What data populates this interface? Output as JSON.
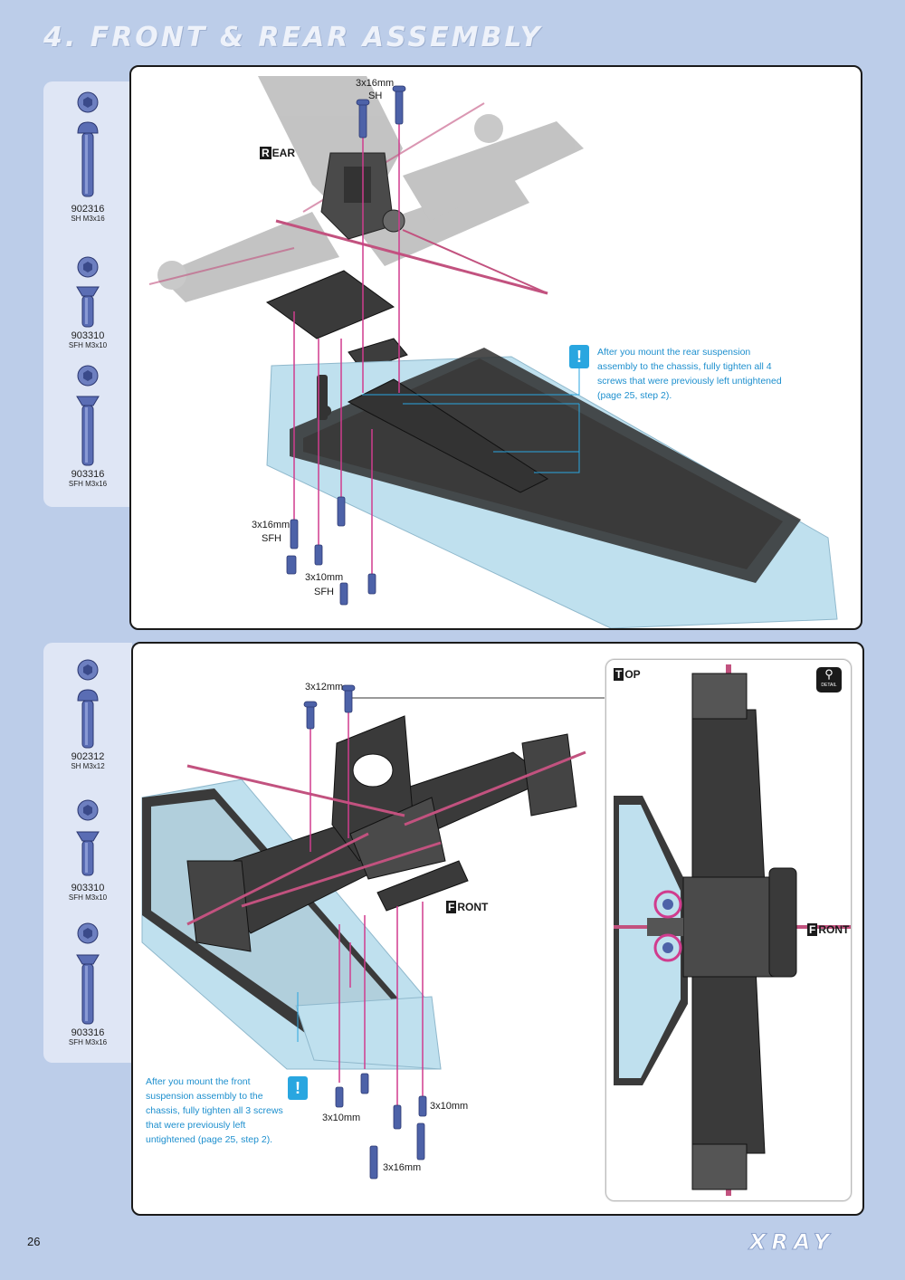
{
  "header": {
    "title": "4. FRONT & REAR ASSEMBLY"
  },
  "top_section": {
    "parts": [
      {
        "code": "902316",
        "desc": "SH M3x16",
        "icon": "button-head-screw-icon"
      },
      {
        "code": "903310",
        "desc": "SFH M3x10",
        "icon": "flat-head-screw-icon"
      },
      {
        "code": "903316",
        "desc": "SFH M3x16",
        "icon": "flat-head-screw-icon"
      }
    ],
    "view_label": {
      "cap": "R",
      "rest": "EAR"
    },
    "callouts": {
      "top_screw_size": "3x16mm",
      "top_screw_type": "SH",
      "bottom_long_size": "3x16mm",
      "bottom_long_type": "SFH",
      "bottom_short_size": "3x10mm",
      "bottom_short_type": "SFH"
    },
    "note": "After you mount the rear suspension assembly to the chassis, fully tighten all 4 screws that were previously left untightened (page 25, step 2)."
  },
  "bottom_section": {
    "parts": [
      {
        "code": "902312",
        "desc": "SH M3x12",
        "icon": "button-head-screw-icon"
      },
      {
        "code": "903310",
        "desc": "SFH M3x10",
        "icon": "flat-head-screw-icon"
      },
      {
        "code": "903316",
        "desc": "SFH M3x16",
        "icon": "flat-head-screw-icon"
      }
    ],
    "view_label": {
      "cap": "F",
      "rest": "RONT"
    },
    "callouts": {
      "top_screw_size": "3x12mm",
      "left_short_size": "3x10mm",
      "right_short_size": "3x10mm",
      "long_size": "3x16mm"
    },
    "note": "After you mount the front suspension assembly to the chassis, fully tighten all 3 screws that were previously left untightened (page 25, step 2).",
    "detail": {
      "view_label": {
        "cap": "T",
        "rest": "OP"
      },
      "front_label": {
        "cap": "F",
        "rest": "RONT"
      },
      "detail_badge": "DETAIL"
    }
  },
  "footer": {
    "page_number": "26",
    "brand": "XRAY"
  },
  "colors": {
    "background": "#bccde9",
    "chassis_blue": "#bfe0ee",
    "carbon": "#3a3a3a",
    "rod_pink": "#c2527f",
    "guide_line": "#d03c8e",
    "note_blue": "#1d8fce",
    "screw_blue": "#4d62a8"
  }
}
